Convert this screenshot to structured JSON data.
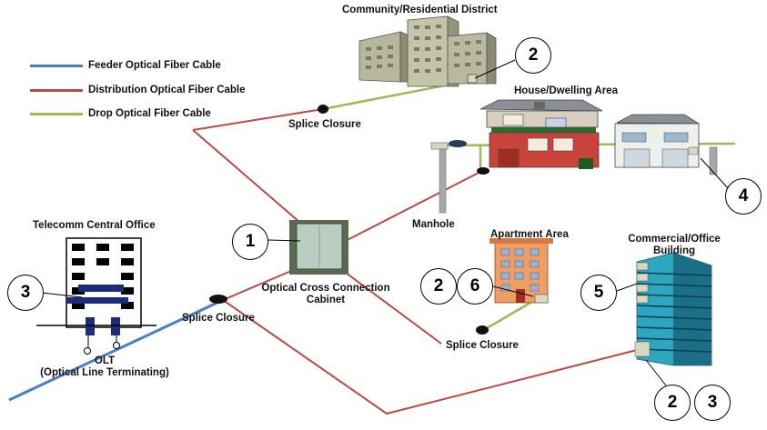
{
  "legend": [
    {
      "label": "Feeder Optical Fiber Cable",
      "color": "#4a7ec0"
    },
    {
      "label": "Distribution Optical Fiber Cable",
      "color": "#b94a48"
    },
    {
      "label": "Drop Optical Fiber Cable",
      "color": "#9bbb59"
    }
  ],
  "labels": {
    "community": "Community/Residential District",
    "house": "House/Dwelling Area",
    "splice_top": "Splice Closure",
    "manhole": "Manhole",
    "apartment": "Apartment Area",
    "commercial_line1": "Commercial/Office",
    "commercial_line2": "Building",
    "central_office": "Telecomm Central Office",
    "ocb_line1": "Optical Cross Connection",
    "ocb_line2": "Cabinet",
    "splice_left": "Splice Closure",
    "splice_bottom": "Splice Closure",
    "olt_line1": "OLT",
    "olt_line2": "(Optical Line Terminating)"
  },
  "markers": {
    "community": "2",
    "house": "4",
    "cabinet": "1",
    "central_office": "3",
    "apartment_a": "2",
    "apartment_b": "6",
    "commercial_top": "5",
    "commercial_bottom_a": "2",
    "commercial_bottom_b": "3"
  }
}
